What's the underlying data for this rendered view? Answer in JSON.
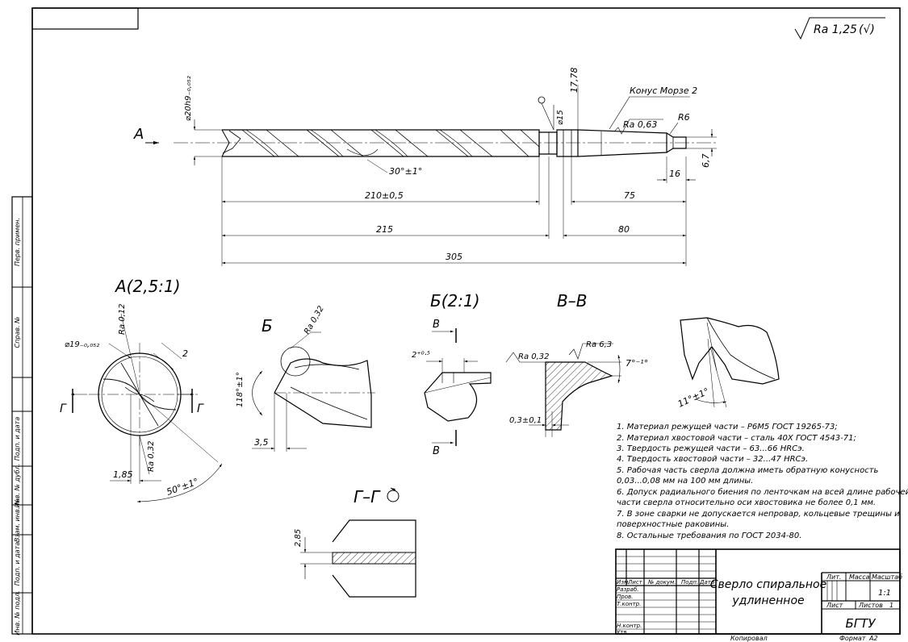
{
  "roughness_general": "Ra 1,25",
  "roughness_general_other": "(√)",
  "main_view": {
    "view_label": "А",
    "diameter_work": "⌀20h9₋₀,₀₅₂",
    "diameter_15": "⌀15",
    "dim_17_78": "17,78",
    "morse_label": "Конус Морзе 2",
    "roughness_shank": "Ra 0,63",
    "radius_r6": "R6",
    "dim_16": "16",
    "dim_6_7": "6,7",
    "dim_210": "210±0,5",
    "dim_75": "75",
    "dim_215": "215",
    "dim_80": "80",
    "dim_305": "305",
    "helix_angle": "30°±1°"
  },
  "view_a": {
    "title": "А(2,5:1)",
    "ra_top": "Ra 0,12",
    "diameter": "⌀19₋₀,₀₅₂",
    "dim_2": "2",
    "section_left": "Г",
    "section_right": "Г",
    "ra_bottom": "Ra 0,32",
    "dim_1_85": "1,85",
    "angle_50": "50°±1°"
  },
  "view_b_point": {
    "title": "Б",
    "ra": "Ra 0,32",
    "angle_118": "118°±1°",
    "dim_3_5": "3,5"
  },
  "view_b_detail": {
    "title": "Б(2:1)",
    "section_top": "В",
    "section_bottom": "В",
    "dim_2": "2⁺⁰·⁵"
  },
  "view_v": {
    "title": "В–В",
    "ra_left": "Ra 0,32",
    "ra_right": "Ra 6,3",
    "angle_7": "7°⁻¹°",
    "dim_0_3": "0,3±0,1"
  },
  "view_lip": {
    "angle_11": "11°±1°"
  },
  "section_g": {
    "title": "Г–Г",
    "dim_2_85": "2,85"
  },
  "notes": [
    "1. Материал режущей части – Р6М5 ГОСТ 19265-73;",
    "2. Материал хвостовой части – сталь 40Х ГОСТ 4543-71;",
    "3. Твердость режущей части – 63...66 HRCэ.",
    "4. Твердость хвостовой части – 32...47 HRCэ.",
    "5. Рабочая часть сверла должна иметь обратную конусность",
    "0,03...0,08 мм на 100 мм длины.",
    "6. Допуск радиального биения по ленточкам на всей длине рабочей",
    "части сверла относительно оси хвостовика не более 0,1 мм.",
    "7. В зоне сварки не допускается непровар, кольцевые трещины и",
    "поверхностные раковины.",
    "8. Остальные требования по ГОСТ 2034-80."
  ],
  "title_block": {
    "name_line1": "Сверло спиральное",
    "name_line2": "удлиненное",
    "col_lit": "Лит.",
    "col_mass": "Масса",
    "col_scale": "Масштаб",
    "scale_value": "1:1",
    "sheet_label": "Лист",
    "sheets_label": "Листов",
    "sheets_value": "1",
    "org": "БГТУ",
    "hdr_izm": "Изм.",
    "hdr_list": "Лист",
    "hdr_doc": "№ докум.",
    "hdr_sign": "Подп.",
    "hdr_date": "Дата",
    "row_razrab": "Разраб.",
    "row_prov": "Пров.",
    "row_tkontr": "Т.контр.",
    "row_nkontr": "Н.контр.",
    "row_utv": "Утв.",
    "copied": "Копировал",
    "format_label": "Формат",
    "format_value": "A2"
  },
  "margin_labels": [
    "Перв. примен.",
    "Справ. №",
    "Подп. и дата",
    "Инв. № дубл.",
    "Взам. инв. №",
    "Подп. и дата",
    "Инв. № подл."
  ]
}
